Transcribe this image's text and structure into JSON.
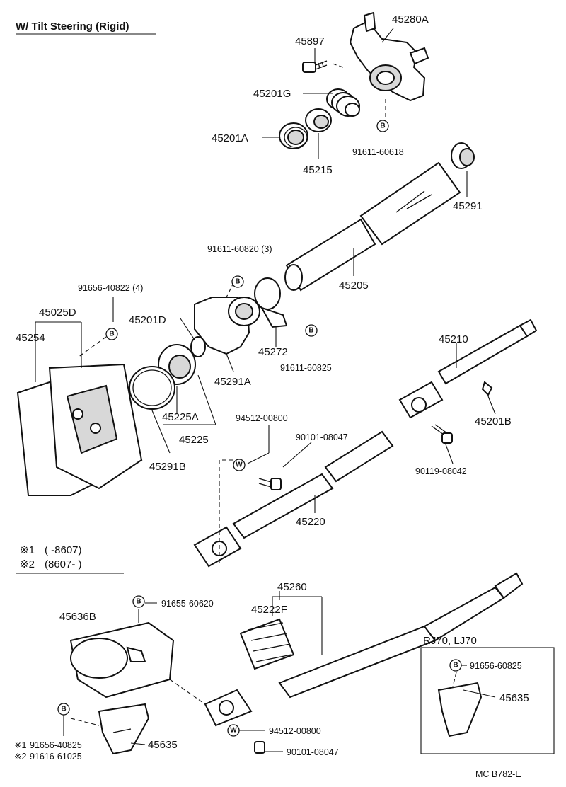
{
  "title": "W/ Tilt Steering (Rigid)",
  "footer_code": "MC  B782-E",
  "notes": {
    "n1_mark": "※1",
    "n1_text": "(        -8607)",
    "n2_mark": "※2",
    "n2_text": "(8607-        )"
  },
  "inset": {
    "title": "RJ70, LJ70"
  },
  "badges": {
    "b": "B",
    "w": "W"
  },
  "labels": {
    "p45280A": "45280A",
    "p45897": "45897",
    "p45201G": "45201G",
    "p45201A": "45201A",
    "p45215": "45215",
    "p91611_60618": "91611-60618",
    "p45291": "45291",
    "p91611_60820": "91611-60820 (3)",
    "p45205": "45205",
    "p91656_40822": "91656-40822 (4)",
    "p45025D": "45025D",
    "p45254": "45254",
    "p45201D": "45201D",
    "p45272": "45272",
    "p91611_60825": "91611-60825",
    "p45291A": "45291A",
    "p45210": "45210",
    "p45225A": "45225A",
    "p45225": "45225",
    "p45201B": "45201B",
    "p94512_00800a": "94512-00800",
    "p90101_08047a": "90101-08047",
    "p45291B": "45291B",
    "p90119_08042": "90119-08042",
    "p45220": "45220",
    "p45260": "45260",
    "p91655_60620": "91655-60620",
    "p45636B": "45636B",
    "p45222F": "45222F",
    "p91656_60825": "91656-60825",
    "p45635a": "45635",
    "p45635b": "45635",
    "p91656_40825": "91656-40825",
    "p91616_61025": "91616-61025",
    "p94512_00800b": "94512-00800",
    "p90101_08047b": "90101-08047"
  }
}
